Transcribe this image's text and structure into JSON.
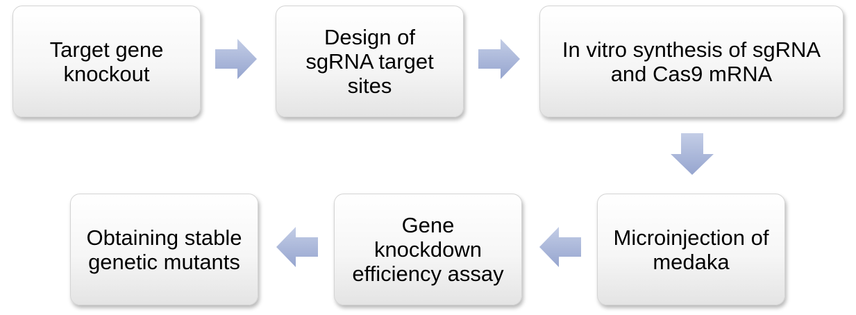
{
  "colors": {
    "arrow_fill": "#a9b6d8",
    "arrow_gradient_top": "#c3cde6",
    "arrow_gradient_bottom": "#96a5cf",
    "box_border": "#d4d4d4",
    "text": "#000000"
  },
  "steps": [
    {
      "label": "Target gene\nknockout"
    },
    {
      "label": "Design of\nsgRNA target\nsites"
    },
    {
      "label": "In vitro synthesis of sgRNA\nand Cas9 mRNA"
    },
    {
      "label": "Microinjection of\nmedaka"
    },
    {
      "label": "Gene\nknockdown\nefficiency assay"
    },
    {
      "label": "Obtaining stable\ngenetic mutants"
    }
  ],
  "arrows": [
    {
      "icon": "arrow-right-icon",
      "from": 0,
      "to": 1
    },
    {
      "icon": "arrow-right-icon",
      "from": 1,
      "to": 2
    },
    {
      "icon": "arrow-down-icon",
      "from": 2,
      "to": 3
    },
    {
      "icon": "arrow-left-icon",
      "from": 3,
      "to": 4
    },
    {
      "icon": "arrow-left-icon",
      "from": 4,
      "to": 5
    }
  ]
}
